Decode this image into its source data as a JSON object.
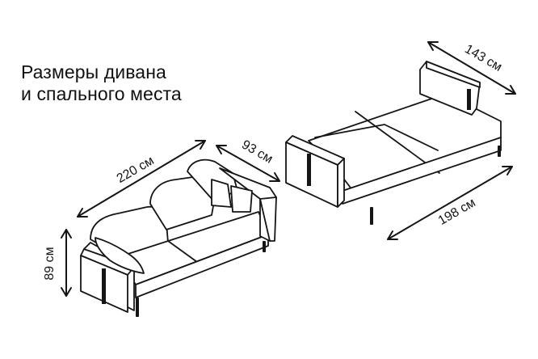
{
  "title": {
    "line1": "Размеры дивана",
    "line2": "и спального места"
  },
  "dimensions": {
    "sofa_width": "220 см",
    "sofa_depth": "93 см",
    "sofa_height": "89 см",
    "bed_width": "143 см",
    "bed_length": "198 см"
  }
}
